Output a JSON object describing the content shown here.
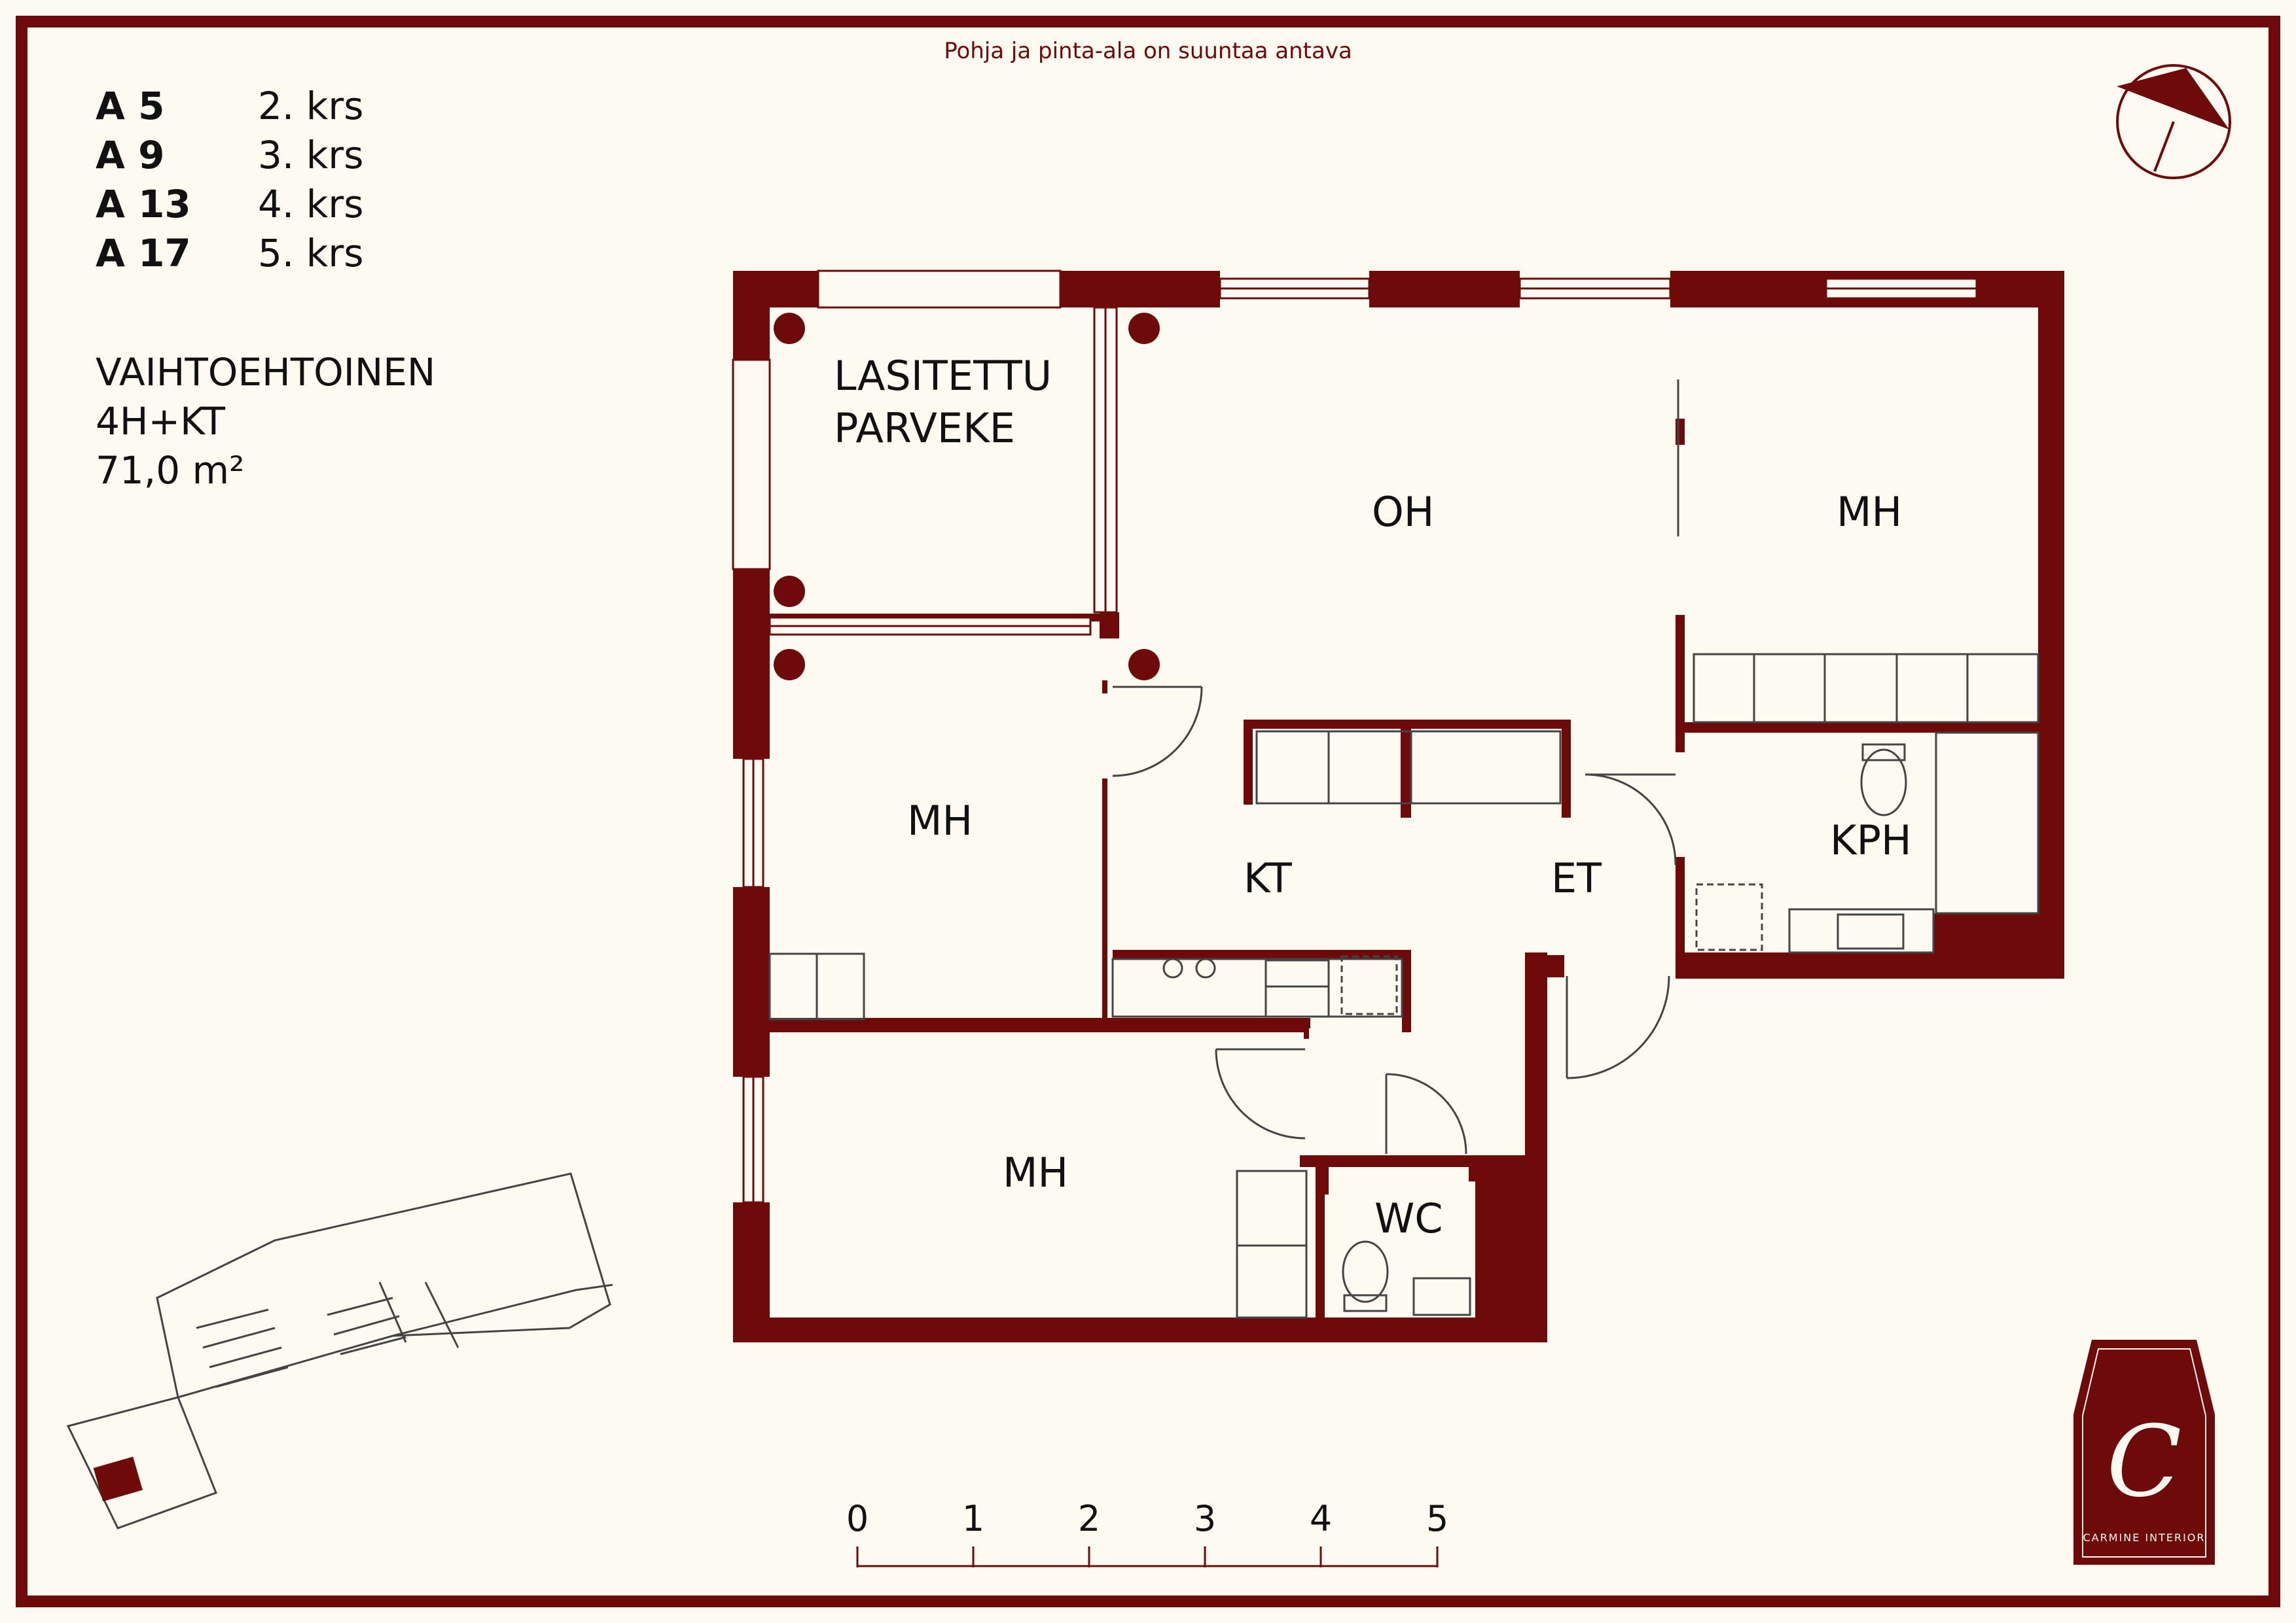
{
  "notice": "Pohja ja pinta-ala on suuntaa antava",
  "apartments": [
    {
      "code": "A 5",
      "floor": "2. krs"
    },
    {
      "code": "A 9",
      "floor": "3. krs"
    },
    {
      "code": "A 13",
      "floor": "4. krs"
    },
    {
      "code": "A 17",
      "floor": "5. krs"
    }
  ],
  "info": {
    "type": "VAIHTOEHTOINEN",
    "rooms": "4H+KT",
    "area": "71,0 m²"
  },
  "rooms": {
    "balcony_line1": "LASITETTU",
    "balcony_line2": "PARVEKE",
    "living": "OH",
    "bedroom_ne": "MH",
    "bedroom_w": "MH",
    "kitchen": "KT",
    "entry": "ET",
    "bathroom": "KPH",
    "bedroom_s": "MH",
    "toilet": "WC"
  },
  "scale": {
    "ticks": [
      "0",
      "1",
      "2",
      "3",
      "4",
      "5"
    ]
  },
  "logo": {
    "letter": "C",
    "name": "CARMINE INTERIOR"
  },
  "colors": {
    "wall": "#6e0a0a",
    "background": "#fdfaf1",
    "accent": "#6e0a0a"
  },
  "icons": [
    "compass-icon",
    "site-plan-icon",
    "logo-icon"
  ]
}
